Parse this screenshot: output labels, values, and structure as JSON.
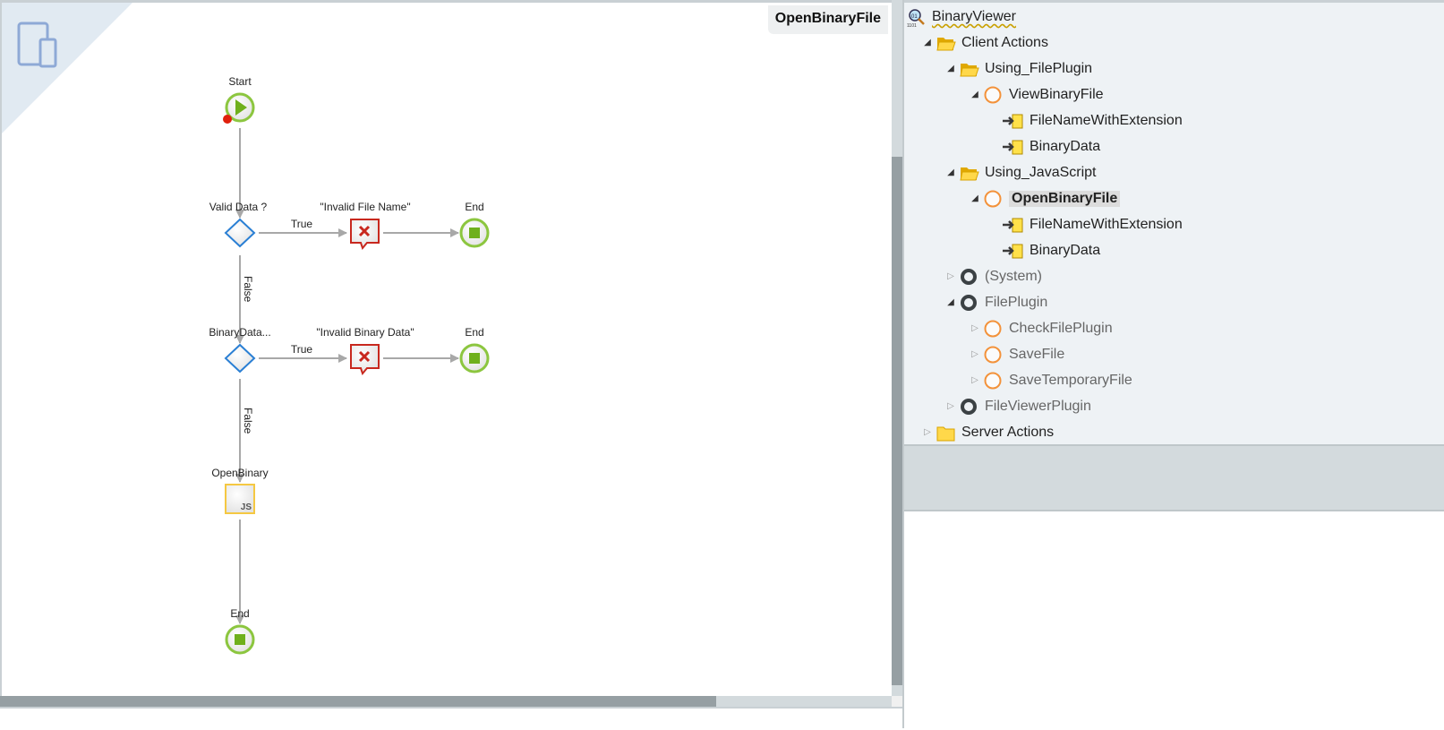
{
  "flow": {
    "title": "OpenBinaryFile",
    "nodes": {
      "start": "Start",
      "valid_data": "Valid Data ?",
      "msg1": "\"Invalid File Name\"",
      "end1": "End",
      "binary_data": "BinaryData...",
      "msg2": "\"Invalid Binary Data\"",
      "end2": "End",
      "js": "OpenBinary",
      "js_badge": "JS",
      "end3": "End"
    },
    "edges": {
      "true1": "True",
      "false1": "False",
      "true2": "True",
      "false2": "False"
    }
  },
  "tree": {
    "root": "BinaryViewer",
    "items": [
      {
        "label": "Client Actions",
        "level": 1,
        "icon": "folder-open-icon",
        "toggle": "expanded"
      },
      {
        "label": "Using_FilePlugin",
        "level": 2,
        "icon": "folder-open-icon",
        "toggle": "expanded"
      },
      {
        "label": "ViewBinaryFile",
        "level": 3,
        "icon": "client-action-icon",
        "toggle": "expanded"
      },
      {
        "label": "FileNameWithExtension",
        "level": 4,
        "icon": "input-parameter-icon",
        "toggle": "none"
      },
      {
        "label": "BinaryData",
        "level": 4,
        "icon": "input-parameter-icon",
        "toggle": "none"
      },
      {
        "label": "Using_JavaScript",
        "level": 2,
        "icon": "folder-open-icon",
        "toggle": "expanded"
      },
      {
        "label": "OpenBinaryFile",
        "level": 3,
        "icon": "client-action-icon",
        "toggle": "expanded",
        "selected": true
      },
      {
        "label": "FileNameWithExtension",
        "level": 4,
        "icon": "input-parameter-icon",
        "toggle": "none"
      },
      {
        "label": "BinaryData",
        "level": 4,
        "icon": "input-parameter-icon",
        "toggle": "none"
      },
      {
        "label": "(System)",
        "level": 2,
        "icon": "module-icon",
        "toggle": "collapsed",
        "dim": true
      },
      {
        "label": "FilePlugin",
        "level": 2,
        "icon": "module-icon",
        "toggle": "expanded",
        "dim": true
      },
      {
        "label": "CheckFilePlugin",
        "level": 3,
        "icon": "client-action-icon",
        "toggle": "collapsed",
        "dim": true
      },
      {
        "label": "SaveFile",
        "level": 3,
        "icon": "client-action-icon",
        "toggle": "collapsed",
        "dim": true
      },
      {
        "label": "SaveTemporaryFile",
        "level": 3,
        "icon": "client-action-icon",
        "toggle": "collapsed",
        "dim": true
      },
      {
        "label": "FileViewerPlugin",
        "level": 2,
        "icon": "module-icon",
        "toggle": "collapsed",
        "dim": true
      },
      {
        "label": "Server Actions",
        "level": 1,
        "icon": "folder-closed-icon",
        "toggle": "collapsed"
      }
    ]
  },
  "colors": {
    "accent_green": "#7ab800",
    "error_red": "#c8281e",
    "decision_blue": "#2a7fd4",
    "folder": "#f5c400"
  }
}
